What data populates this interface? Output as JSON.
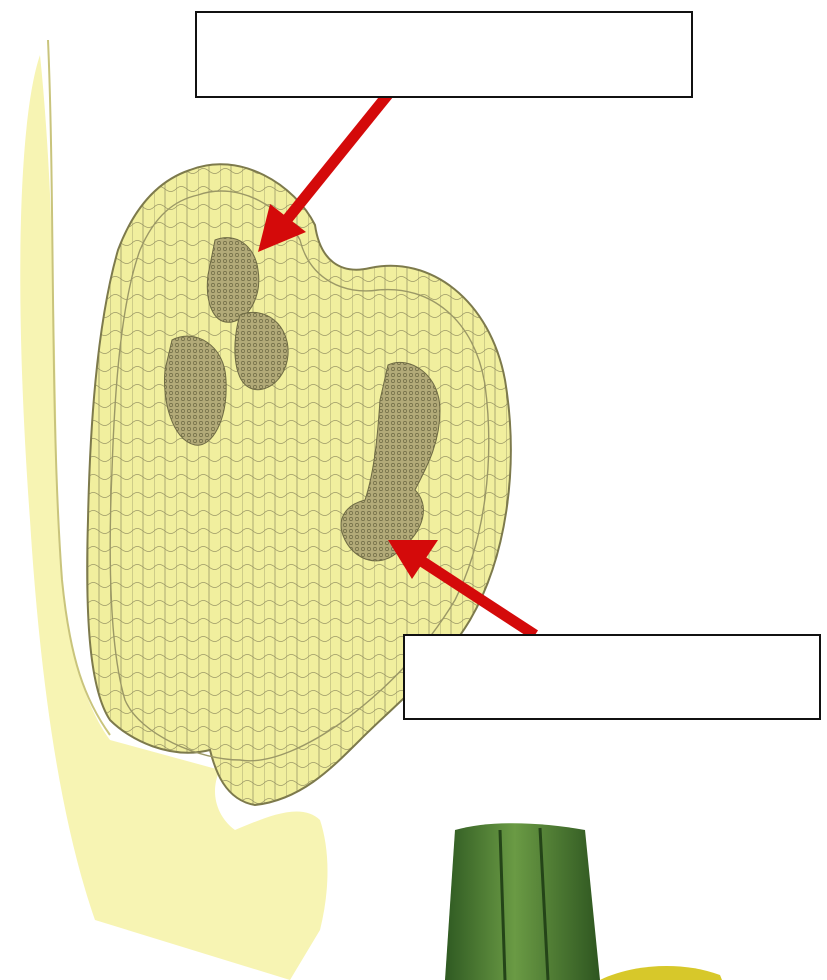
{
  "diagram": {
    "subject": "stem-cross-section-drawing",
    "labels": [
      {
        "id": "upper",
        "text": ""
      },
      {
        "id": "lower",
        "text": ""
      }
    ],
    "colors": {
      "tissue_fill": "#f2f0a8",
      "tissue_line": "#8c8a5a",
      "pale_background": "#f6f3b4",
      "vascular_bundle": "#a49c6a",
      "arrow": "#d40a0a",
      "box_border": "#111111",
      "stem_green": "#3f6b2a"
    },
    "icons": [
      "arrow-icon",
      "arrow-icon"
    ]
  }
}
